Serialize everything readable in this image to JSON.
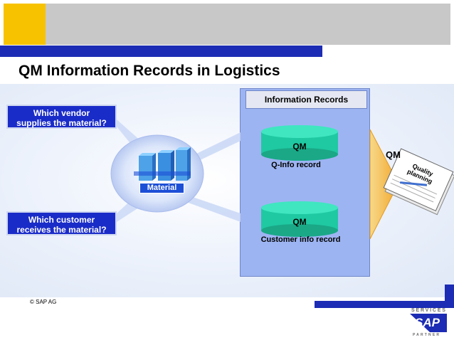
{
  "title": "QM Information Records in Logistics",
  "questions": {
    "vendor": {
      "line1": "Which vendor",
      "line2": "supplies the material?"
    },
    "customer": {
      "line1": "Which customer",
      "line2": "receives the material?"
    }
  },
  "material": {
    "label": "Material"
  },
  "info_panel": {
    "header": "Information Records",
    "records": [
      {
        "cylinder_label": "QM",
        "caption": "Q-Info record"
      },
      {
        "cylinder_label": "QM",
        "caption": "Customer info record"
      }
    ]
  },
  "qm_output": {
    "label": "QM",
    "document_text_line1": "Quality",
    "document_text_line2": "planning"
  },
  "footer": {
    "copyright": "© SAP AG",
    "services": "SERVICES",
    "logo_text": "SAP",
    "partner": "PARTNER"
  },
  "colors": {
    "header_yellow": "#f7c200",
    "header_gray": "#c8c8c8",
    "sap_blue": "#1c2cb4",
    "cylinder": "#1fc9a2",
    "panel": "#9db4f2"
  }
}
